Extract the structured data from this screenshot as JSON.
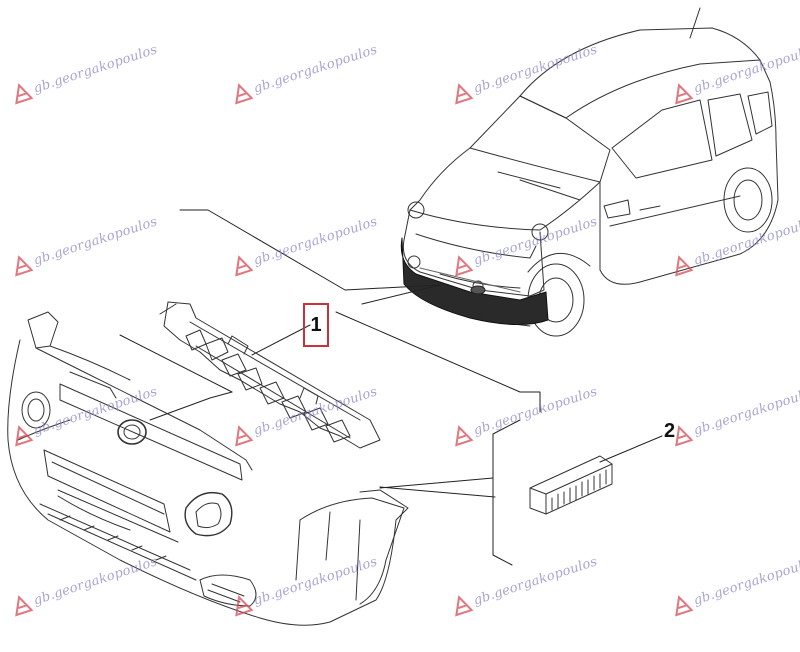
{
  "diagram": {
    "callouts": [
      {
        "id": "1",
        "label": "1"
      },
      {
        "id": "2",
        "label": "2"
      }
    ],
    "watermark": {
      "text": "gb.georgakopoulos",
      "color": "#8b86c8",
      "logo_color": "#d84a54"
    },
    "highlight_color": "#c8323a",
    "line_color": "#333333"
  }
}
